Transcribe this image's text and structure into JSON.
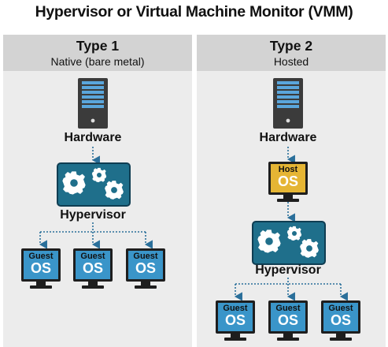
{
  "title": "Hypervisor or Virtual Machine Monitor (VMM)",
  "type1": {
    "heading": "Type 1",
    "subheading": "Native (bare metal)",
    "hardware_label": "Hardware",
    "hypervisor_label": "Hypervisor",
    "guests": [
      {
        "line1": "Guest",
        "line2": "OS"
      },
      {
        "line1": "Guest",
        "line2": "OS"
      },
      {
        "line1": "Guest",
        "line2": "OS"
      }
    ]
  },
  "type2": {
    "heading": "Type 2",
    "subheading": "Hosted",
    "hardware_label": "Hardware",
    "host": {
      "line1": "Host",
      "line2": "OS"
    },
    "hypervisor_label": "Hypervisor",
    "guests": [
      {
        "line1": "Guest",
        "line2": "OS"
      },
      {
        "line1": "Guest",
        "line2": "OS"
      },
      {
        "line1": "Guest",
        "line2": "OS"
      }
    ]
  },
  "colors": {
    "panel": "#ececec",
    "header": "#d3d3d3",
    "guest_screen": "#3a95c9",
    "host_screen": "#e5b534",
    "hypervisor_box": "#1f6f8b",
    "server_body": "#3b3b3b",
    "server_slots": "#5aa6dc",
    "connector": "#2a6f9a"
  },
  "icons": [
    "server-icon",
    "gears-icon",
    "monitor-icon",
    "arrow-down-icon"
  ]
}
